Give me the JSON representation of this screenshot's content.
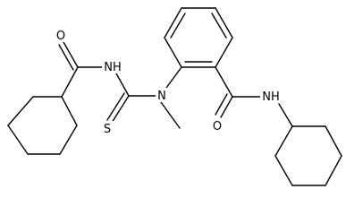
{
  "colors": {
    "bond": "#000000",
    "label": "#000000",
    "background": "#ffffff"
  },
  "atoms": {
    "o1": "O",
    "nh1": "NH",
    "n_methyl": "N",
    "s": "S",
    "o2": "O",
    "nh2": "NH"
  }
}
